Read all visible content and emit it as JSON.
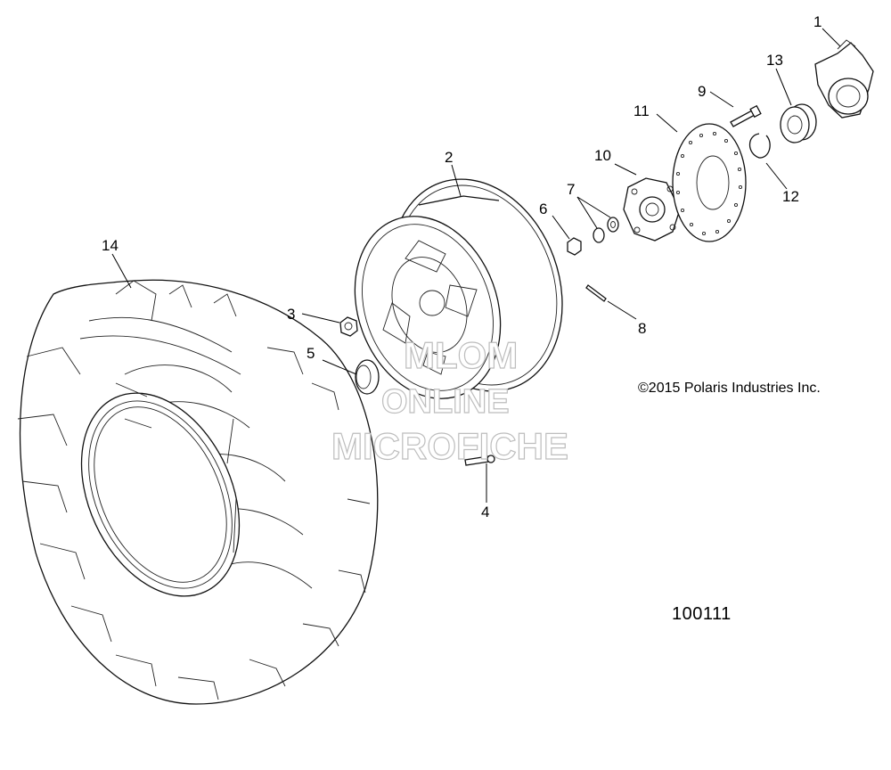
{
  "diagram": {
    "callouts": [
      "1",
      "2",
      "3",
      "4",
      "5",
      "6",
      "7",
      "8",
      "9",
      "10",
      "11",
      "12",
      "13",
      "14"
    ],
    "copyright": "©2015 Polaris Industries Inc.",
    "figure_number": "100111",
    "watermark": [
      "MLOM",
      "ONLINE",
      "MICROFICHE"
    ]
  }
}
